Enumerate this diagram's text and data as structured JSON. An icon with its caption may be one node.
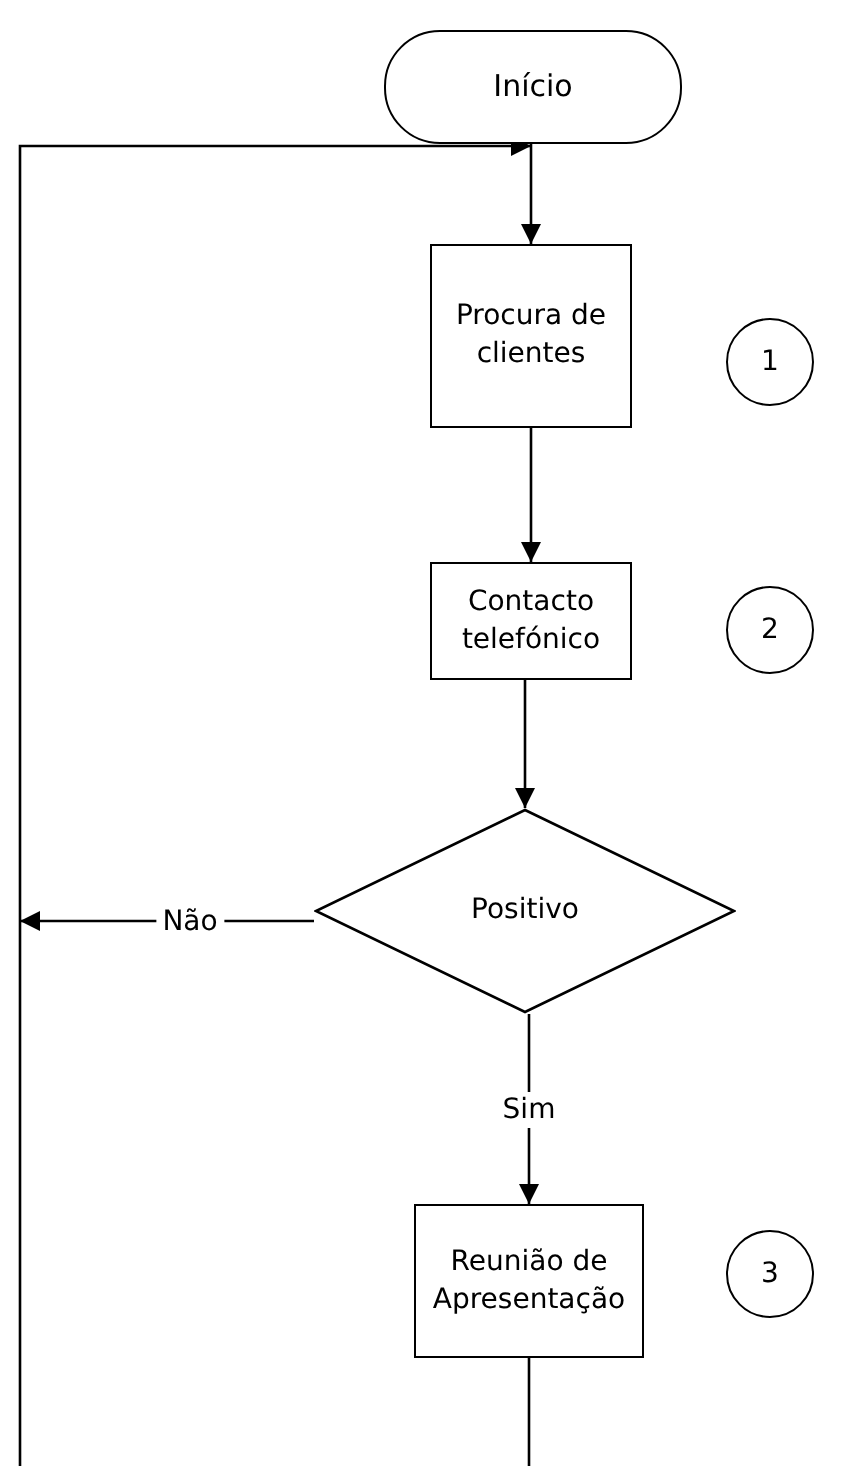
{
  "diagram": {
    "nodes": [
      {
        "text": [
          "Início"
        ]
      },
      {
        "text": [
          "Procura de clientes"
        ]
      },
      {
        "text": [
          "1"
        ]
      },
      {
        "text": [
          "Contacto telefónico"
        ]
      },
      {
        "text": [
          "2"
        ]
      },
      {
        "text": [
          "Positivo"
        ]
      },
      {
        "text": [
          "Reunião de Apresentação"
        ]
      },
      {
        "text": [
          "3"
        ]
      }
    ],
    "edges": [
      {
        "from": 0,
        "to": 1,
        "arrow": "to"
      },
      {
        "from": 1,
        "to": 3,
        "arrow": "to"
      },
      {
        "from": 3,
        "to": 5,
        "arrow": "to"
      },
      {
        "from": 5,
        "to": null,
        "arrow": "to",
        "label": "Não"
      },
      {
        "from": null,
        "to": 1,
        "arrow": "to"
      },
      {
        "from": 5,
        "to": 6,
        "arrow": "to",
        "label": "Sim"
      },
      {
        "from": 6,
        "to": null,
        "arrow": "none"
      }
    ]
  }
}
